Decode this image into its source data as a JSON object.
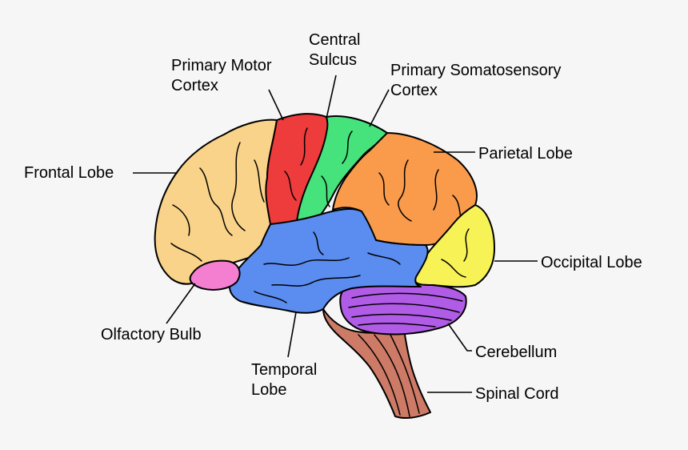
{
  "regions": [
    {
      "id": "frontal-lobe",
      "label": [
        "Frontal Lobe"
      ],
      "color": "#f9d38a"
    },
    {
      "id": "primary-motor-cortex",
      "label": [
        "Primary Motor",
        "Cortex"
      ],
      "color": "#ee3b3b"
    },
    {
      "id": "central-sulcus",
      "label": [
        "Central",
        "Sulcus"
      ]
    },
    {
      "id": "primary-somatosensory-cortex",
      "label": [
        "Primary Somatosensory",
        "Cortex"
      ],
      "color": "#46e27c"
    },
    {
      "id": "parietal-lobe",
      "label": [
        "Parietal Lobe"
      ],
      "color": "#f99b4a"
    },
    {
      "id": "occipital-lobe",
      "label": [
        "Occipital Lobe"
      ],
      "color": "#f7f356"
    },
    {
      "id": "cerebellum",
      "label": [
        "Cerebellum"
      ],
      "color": "#b05ce6"
    },
    {
      "id": "spinal-cord",
      "label": [
        "Spinal Cord"
      ],
      "color": "#cd7a66"
    },
    {
      "id": "temporal-lobe",
      "label": [
        "Temporal",
        "Lobe"
      ],
      "color": "#5b8cef"
    },
    {
      "id": "olfactory-bulb",
      "label": [
        "Olfactory Bulb"
      ],
      "color": "#f47fd0"
    }
  ],
  "background_color": "#f6f6f6"
}
